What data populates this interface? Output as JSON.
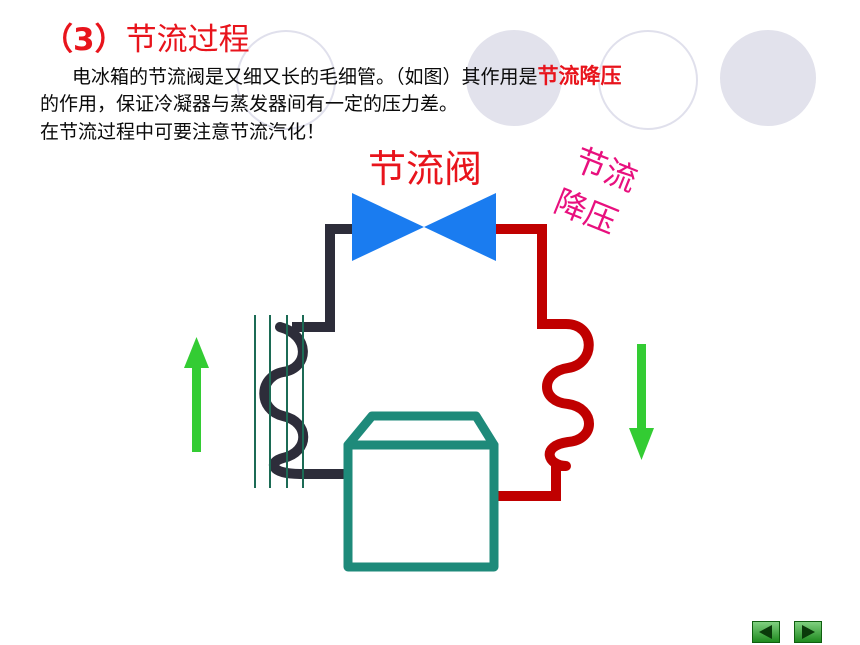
{
  "slide": {
    "title_num": "（3）",
    "title_text": "节流过程",
    "para1_prefix": "电冰箱的节流阀是又细又长的毛细管。（如图）其作用是",
    "para1_highlight": "节流降压",
    "para2": "的作用，保证冷凝器与蒸发器间有一定的压力差。",
    "para3": "在节流过程中可要注意节流汽化！"
  },
  "diagram": {
    "valve_label": "节流阀",
    "side_label_line1": "节流",
    "side_label_line2": "降压"
  },
  "colors": {
    "title_red": "#e8141c",
    "valve_blue": "#1a7cf0",
    "hot_pipe": "#c00000",
    "cold_pipe": "#2d2d3a",
    "compressor": "#1e8a7a",
    "arrow_green": "#33cc33",
    "side_label_pink": "#e8107e"
  },
  "nav": {
    "prev_icon": "triangle-left-icon",
    "next_icon": "triangle-right-icon"
  }
}
